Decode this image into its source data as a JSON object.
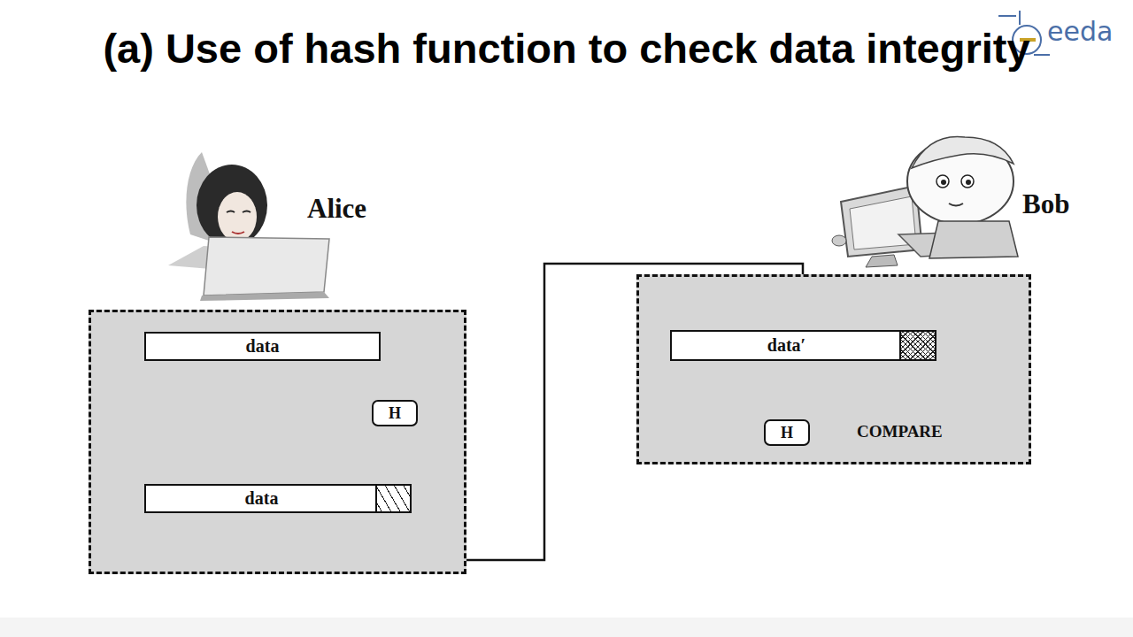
{
  "diagram": {
    "title": "(a) Use of hash function to check data integrity",
    "nodes": [
      {
        "text": [
          "Alice"
        ]
      },
      {
        "text": [
          "data"
        ],
        "in": 0
      },
      {
        "text": [
          "H"
        ],
        "in": 0
      },
      {
        "text": [
          "data"
        ],
        "in": 0
      },
      {
        "text": [
          "Bob"
        ]
      },
      {
        "text": [
          "data′"
        ],
        "in": 4
      },
      {
        "text": [
          "H"
        ],
        "in": 4
      }
    ],
    "edges": [
      {
        "from": 1,
        "to": 3,
        "arrow": "to"
      },
      {
        "from": 1,
        "to": 2,
        "arrow": "to"
      },
      {
        "from": 2,
        "to": 3,
        "arrow": "to"
      },
      {
        "from": 3,
        "to": 5,
        "arrow": "to"
      },
      {
        "from": 5,
        "to": 6,
        "arrow": "to"
      }
    ],
    "labels": [
      "COMPARE",
      "eeda"
    ]
  }
}
